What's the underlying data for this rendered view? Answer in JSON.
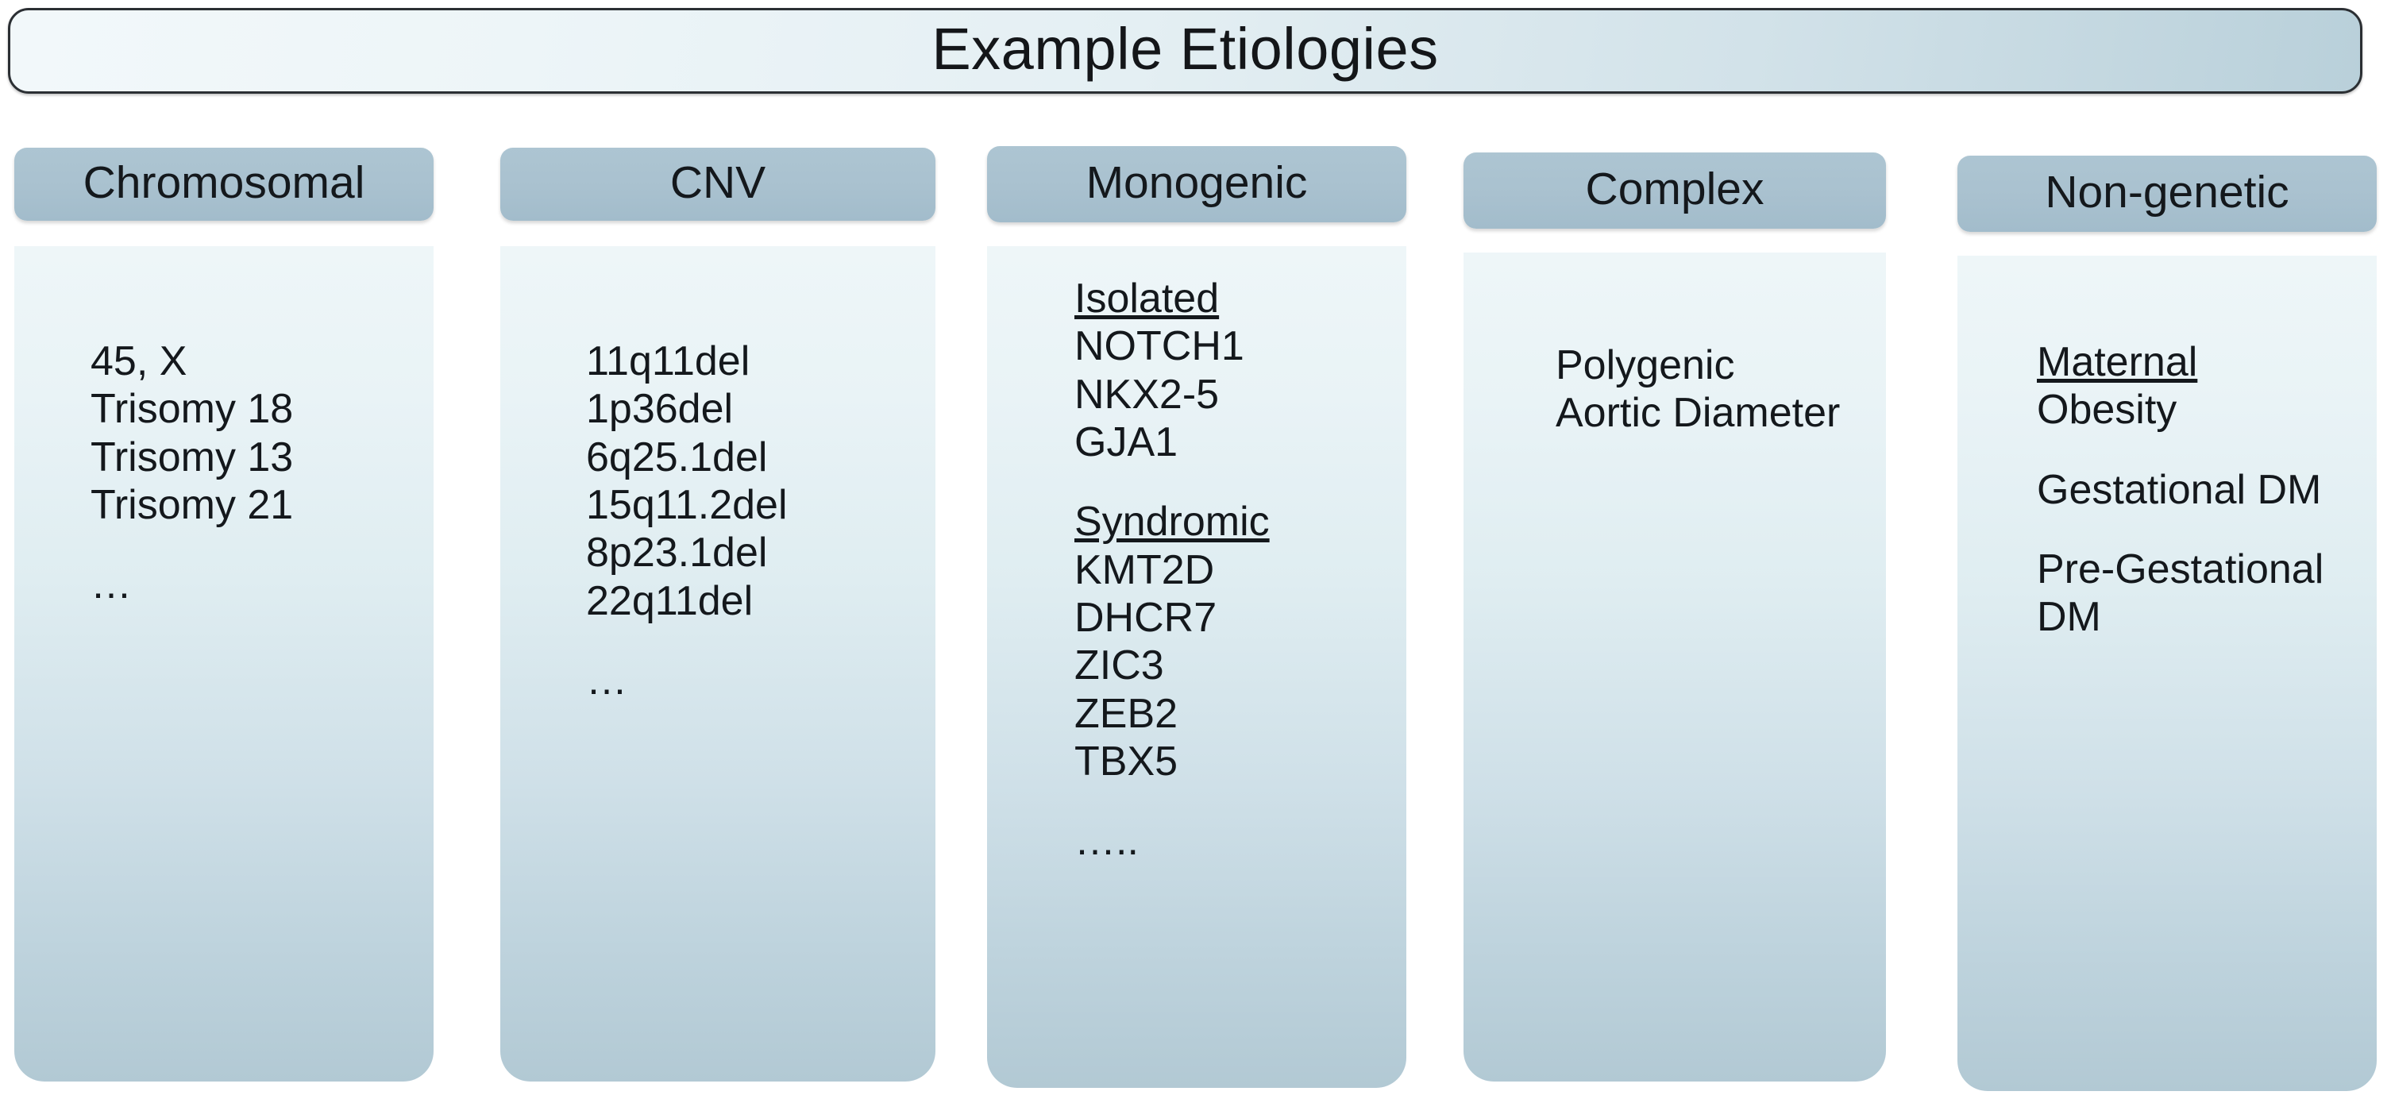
{
  "title": {
    "text": "Example Etiologies"
  },
  "colors": {
    "header_fill": "#a9c1cf",
    "body_top": "#eef6f8",
    "body_bottom": "#b2c9d4",
    "title_border": "#2b2f33",
    "text": "#14181c"
  },
  "columns": [
    {
      "header": "Chromosomal",
      "items": [
        {
          "text": "45, X",
          "underlined": false,
          "spacer": false
        },
        {
          "text": "Trisomy 18",
          "underlined": false,
          "spacer": false
        },
        {
          "text": "Trisomy 13",
          "underlined": false,
          "spacer": false
        },
        {
          "text": "Trisomy 21",
          "underlined": false,
          "spacer": false
        },
        {
          "text": "",
          "underlined": false,
          "spacer": true
        },
        {
          "text": "…",
          "underlined": false,
          "spacer": false
        }
      ]
    },
    {
      "header": "CNV",
      "items": [
        {
          "text": "11q11del",
          "underlined": false,
          "spacer": false
        },
        {
          "text": "1p36del",
          "underlined": false,
          "spacer": false
        },
        {
          "text": "6q25.1del",
          "underlined": false,
          "spacer": false
        },
        {
          "text": "15q11.2del",
          "underlined": false,
          "spacer": false
        },
        {
          "text": "8p23.1del",
          "underlined": false,
          "spacer": false
        },
        {
          "text": "22q11del",
          "underlined": false,
          "spacer": false
        },
        {
          "text": "",
          "underlined": false,
          "spacer": true
        },
        {
          "text": "…",
          "underlined": false,
          "spacer": false
        }
      ]
    },
    {
      "header": "Monogenic",
      "items": [
        {
          "text": "Isolated",
          "underlined": true,
          "spacer": false
        },
        {
          "text": "NOTCH1",
          "underlined": false,
          "spacer": false
        },
        {
          "text": "NKX2-5",
          "underlined": false,
          "spacer": false
        },
        {
          "text": "GJA1",
          "underlined": false,
          "spacer": false
        },
        {
          "text": "",
          "underlined": false,
          "spacer": true
        },
        {
          "text": "Syndromic",
          "underlined": true,
          "spacer": false
        },
        {
          "text": "KMT2D",
          "underlined": false,
          "spacer": false
        },
        {
          "text": "DHCR7",
          "underlined": false,
          "spacer": false
        },
        {
          "text": "ZIC3",
          "underlined": false,
          "spacer": false
        },
        {
          "text": "ZEB2",
          "underlined": false,
          "spacer": false
        },
        {
          "text": "TBX5",
          "underlined": false,
          "spacer": false
        },
        {
          "text": "",
          "underlined": false,
          "spacer": true
        },
        {
          "text": "…..",
          "underlined": false,
          "spacer": false
        }
      ]
    },
    {
      "header": "Complex",
      "items": [
        {
          "text": "Polygenic",
          "underlined": false,
          "spacer": false
        },
        {
          "text": "Aortic Diameter",
          "underlined": false,
          "spacer": false
        }
      ]
    },
    {
      "header": "Non-genetic",
      "items": [
        {
          "text": "Maternal",
          "underlined": true,
          "spacer": false
        },
        {
          "text": "Obesity",
          "underlined": false,
          "spacer": false
        },
        {
          "text": "",
          "underlined": false,
          "spacer": true
        },
        {
          "text": "Gestational DM",
          "underlined": false,
          "spacer": false
        },
        {
          "text": "",
          "underlined": false,
          "spacer": true
        },
        {
          "text": "Pre-Gestational DM",
          "underlined": false,
          "spacer": false
        }
      ]
    }
  ]
}
